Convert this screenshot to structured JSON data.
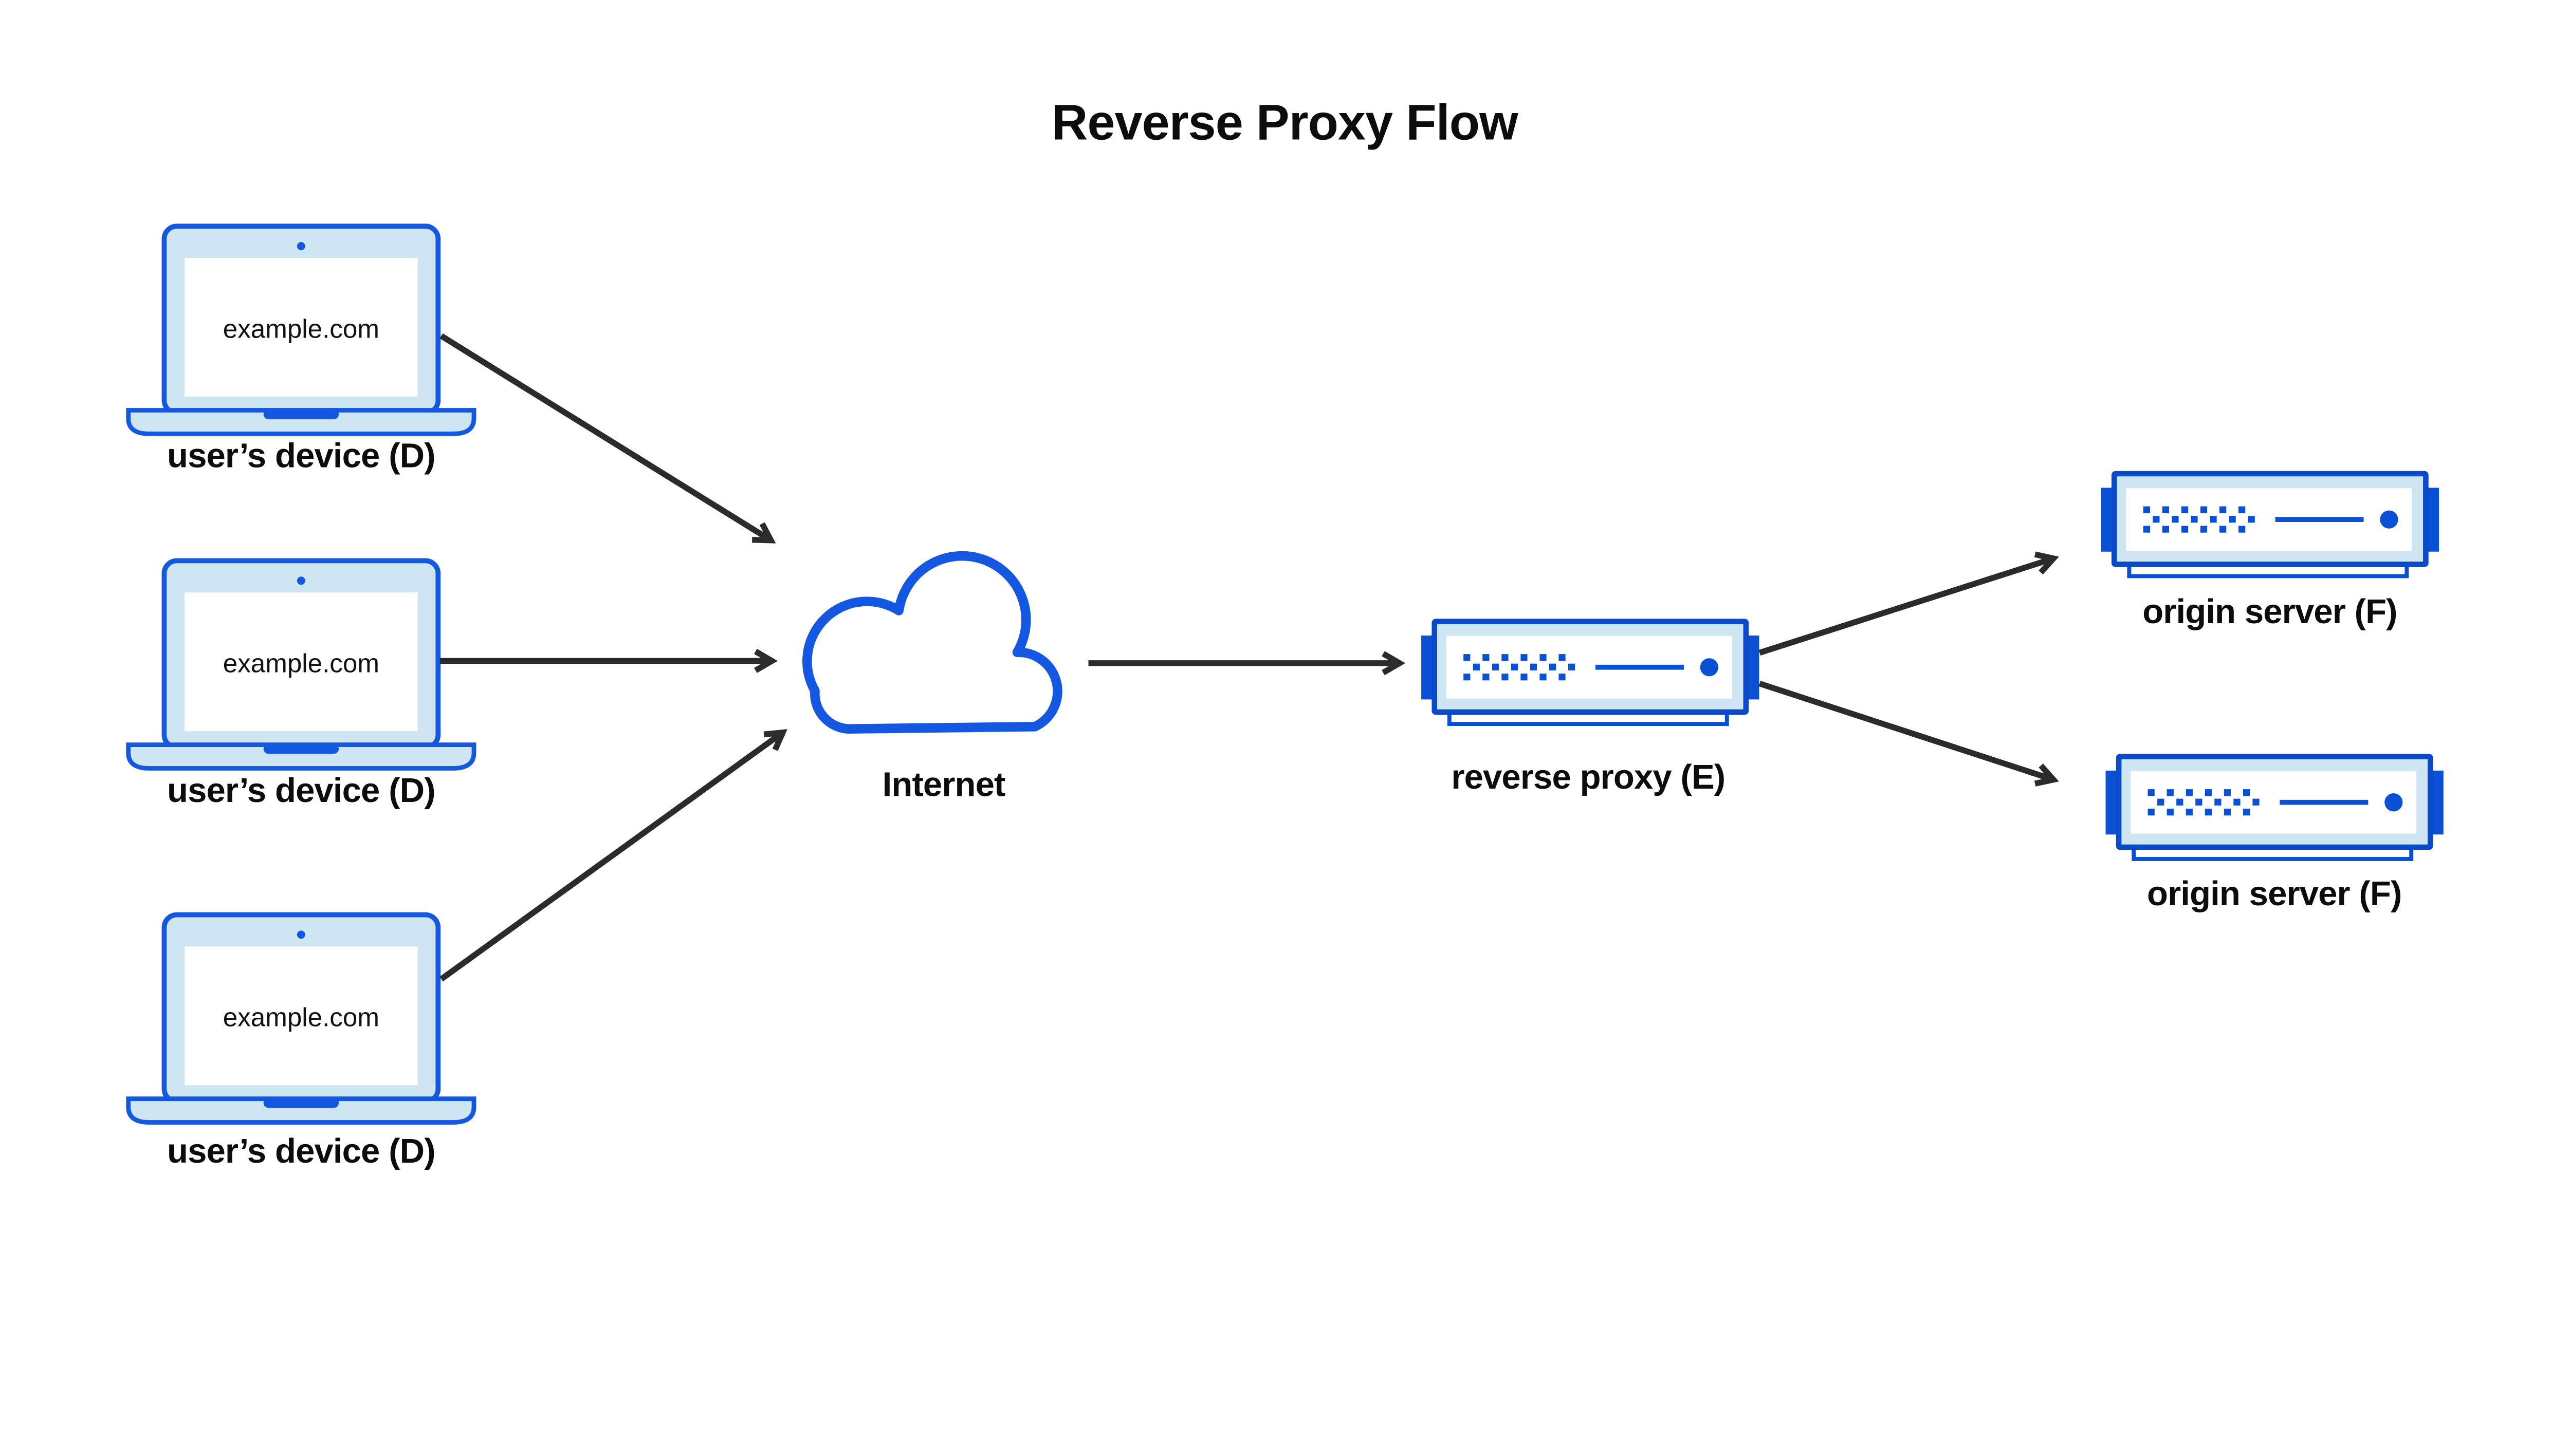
{
  "title": "Reverse Proxy Flow",
  "devices": [
    {
      "id": "user-device-1",
      "screen_text": "example.com",
      "label": "user’s device (D)"
    },
    {
      "id": "user-device-2",
      "screen_text": "example.com",
      "label": "user’s device (D)"
    },
    {
      "id": "user-device-3",
      "screen_text": "example.com",
      "label": "user’s device (D)"
    }
  ],
  "internet": {
    "label": "Internet"
  },
  "reverse_proxy": {
    "label": "reverse proxy (E)"
  },
  "origin_servers": [
    {
      "id": "origin-server-1",
      "label": "origin server (F)"
    },
    {
      "id": "origin-server-2",
      "label": "origin server (F)"
    }
  ],
  "edges": [
    {
      "from": "user-device-1",
      "to": "internet"
    },
    {
      "from": "user-device-2",
      "to": "internet"
    },
    {
      "from": "user-device-3",
      "to": "internet"
    },
    {
      "from": "internet",
      "to": "reverse-proxy"
    },
    {
      "from": "reverse-proxy",
      "to": "origin-server-1"
    },
    {
      "from": "reverse-proxy",
      "to": "origin-server-2"
    }
  ],
  "icons": {
    "laptop": "laptop-icon",
    "cloud": "cloud-icon",
    "server": "server-icon"
  },
  "colors": {
    "background": "#ffffff",
    "primary_blue": "#1457e0",
    "server_border": "#0a4ac9",
    "accent_blue": "#0b51d6",
    "light_blue": "#cde6f2",
    "arrow": "#2b2b2b",
    "text": "#0c0c0c"
  }
}
